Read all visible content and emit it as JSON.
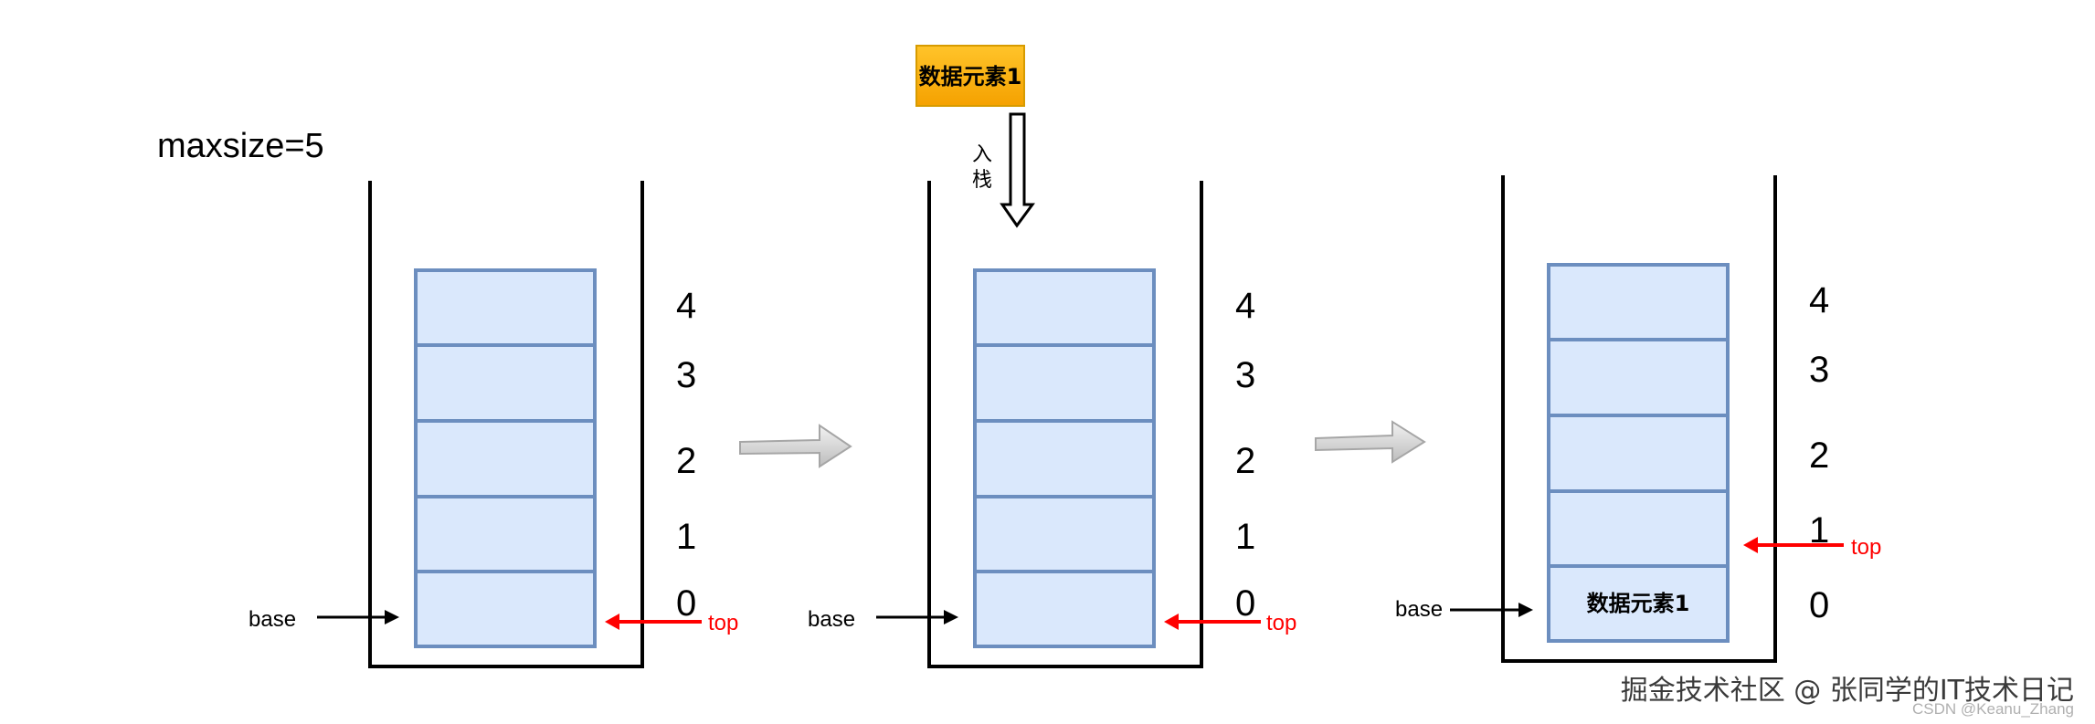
{
  "title": "maxsize=5",
  "indices": [
    "4",
    "3",
    "2",
    "1",
    "0"
  ],
  "base_label": "base",
  "top_label": "top",
  "element_label": "数据元素1",
  "push_label": [
    "入",
    "栈"
  ],
  "colors": {
    "cell_fill": "#dae8fc",
    "cell_stroke": "#6c8ebf",
    "element_fill": "#ffaa00",
    "top_arrow": "#ff0000"
  },
  "watermark": {
    "main": "掘金技术社区 @ 张同学的IT技术日记",
    "sub": "CSDN @Keanu_Zhang"
  }
}
